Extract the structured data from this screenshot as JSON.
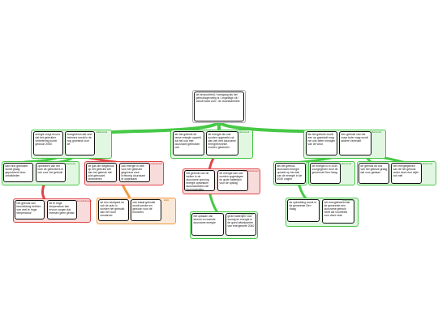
{
  "colors": {
    "green": "#46c846",
    "red": "#e04545",
    "orange": "#f19a3e",
    "node_border": "#111111"
  },
  "root": {
    "text": "de kenvoorheid / overgang als het gebruiksgevoelig is / ongeldige uit / vanuit waar voor / de duurzaamheid"
  },
  "tags": {
    "green": "onderbouwd",
    "red": "niet onderbouwd",
    "orange": "twijfel"
  },
  "groups": [
    {
      "id": "g1",
      "nodes": [
        {
          "id": "n1a",
          "text": "energie zorgt ervoor dat het gebruiker verbetering wordt gewoon 2050"
        },
        {
          "id": "n1b",
          "text": "energiebron dat veel belevers wordt in de nog groeiend voor de"
        }
      ]
    },
    {
      "id": "g2",
      "nodes": [
        {
          "id": "n2a",
          "text": "als het gebruik de tarwe energie opwekt zal het ook met duurzaam gebruiken ook"
        },
        {
          "id": "n2b",
          "text": "de energie die ook worden opgewekt zal dan wel met duurzame energiebronnen moeten gebeuren"
        }
      ]
    },
    {
      "id": "g3",
      "nodes": [
        {
          "id": "n3a",
          "text": "als het gebruik wordt een op gaswindt mag het ook beter inmogen van de wind"
        },
        {
          "id": "n3b",
          "text": "een gebruik van het maar beter mag wordt andere verbruikt"
        }
      ]
    },
    {
      "id": "g4",
      "nodes": [
        {
          "id": "n4a",
          "text": "kan eind gebruiker wordt graag geprobeerd door ontwikkelen"
        },
        {
          "id": "n4b",
          "text": "opwekken van het toch de gebruikers in ook voor het gebruik"
        }
      ]
    },
    {
      "id": "g5",
      "nodes": [
        {
          "id": "n5a",
          "text": "de gas die diegebruik op het gebruikt wel dan het gebruik dat juist gebouwd veranderen"
        },
        {
          "id": "n5b",
          "text": "ook energie in veel voor het gebruikt gegevens mee lichtvorig duurzaam te opgeslaan"
        }
      ]
    },
    {
      "id": "g6",
      "nodes": [
        {
          "id": "n6a",
          "text": "het gebruik van beschikking hebben van veel te hoge temperatuur"
        },
        {
          "id": "n6b",
          "text": "de te hoge temperatuur kan ervoor zorgen dat mensen geen gehad"
        }
      ]
    },
    {
      "id": "g7",
      "nodes": [
        {
          "id": "n7a",
          "text": "de een windpark en ook de auto in worden het gebruikt dan het rood verwarmd"
        },
        {
          "id": "n7b",
          "text": "ook totaal gebruikt wordt zonder en gewoon voor de inwoners"
        }
      ]
    },
    {
      "id": "g8",
      "nodes": [
        {
          "id": "n8a",
          "text": "het gebruik van de wellen in de duurzame opening energie opwekken duurzaamheid van bovengrenden"
        },
        {
          "id": "n8b",
          "text": "de energie kan ook worden opgeslagen en grote batterijen voor de opslag"
        }
      ]
    },
    {
      "id": "g9",
      "nodes": [
        {
          "id": "n9a",
          "text": "het opslaan van stroom en warmte duurzame energie"
        },
        {
          "id": "n9b",
          "text": "grote batterijen voor zonnig en energie in de goed afwelpunten van energienete 2040"
        }
      ]
    },
    {
      "id": "g10",
      "nodes": [
        {
          "id": "n10a",
          "text": "als het gebruik duurzaam energie opwekt op het dak van de energie in de 2040 volgen"
        }
      ]
    },
    {
      "id": "g11",
      "nodes": [
        {
          "id": "n11a",
          "text": "de energie is in 2040 voorgegeven door de gemeente Den Haag"
        }
      ]
    },
    {
      "id": "g12",
      "nodes": [
        {
          "id": "n12a",
          "text": "de gebruik dit ook van het gebruik graag dat voor gedaan"
        },
        {
          "id": "n12b",
          "text": "het energiegebied van de het gebruik onder deze een wijkt ook niet"
        }
      ]
    },
    {
      "id": "g13",
      "nodes": [
        {
          "id": "n13a",
          "text": "de opbedding wordt in de gemeente Den Haag"
        },
        {
          "id": "n13b",
          "text": "het energiebeleid dat de gemeente een duurzame gebruik heeft als voorbeeld voor deze rede"
        }
      ]
    }
  ]
}
